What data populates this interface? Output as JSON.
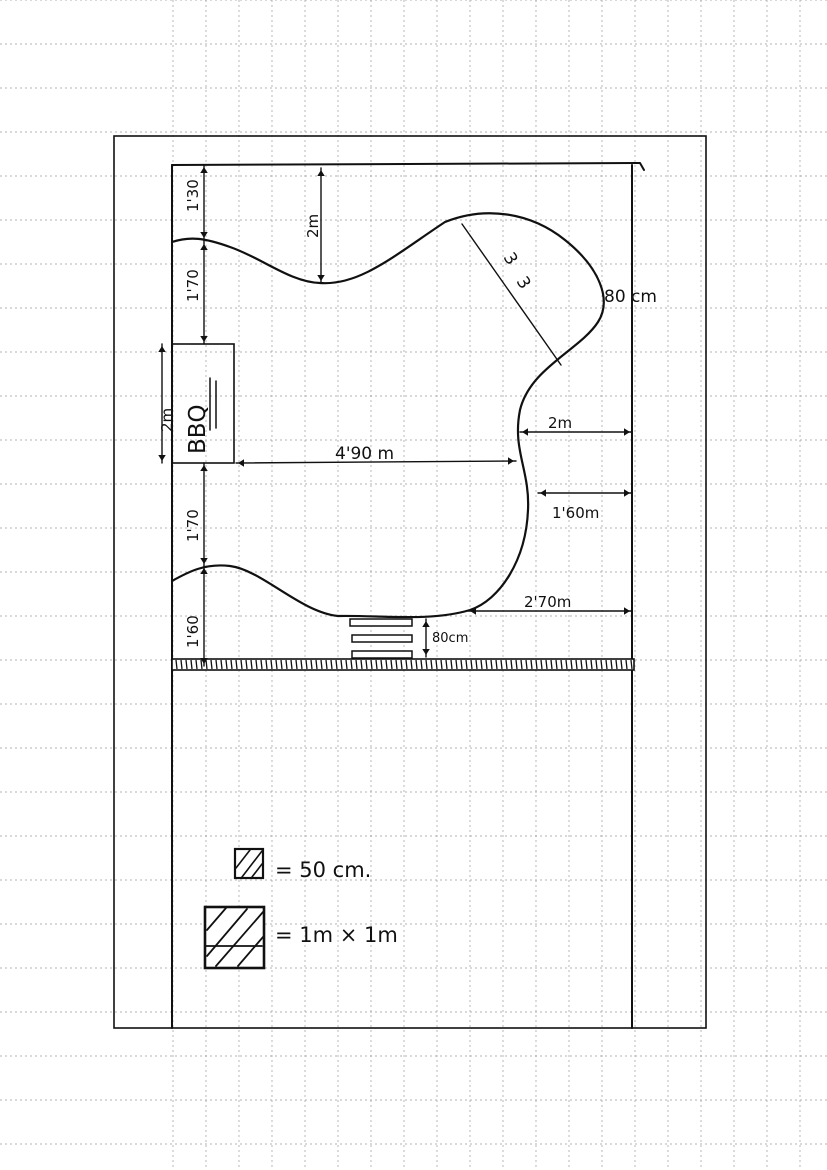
{
  "diagram": {
    "bbq_label": "BBQ",
    "measurements": {
      "top_strip": "1'30",
      "left_upper_gap": "1'70",
      "bbq_height": "2m",
      "top_curve_depth": "2m",
      "diagonal_lower": "3",
      "diagonal_upper": "3",
      "right_top_gap": "80 cm",
      "right_middle_gap": "2m",
      "width_center": "4'90 m",
      "right_lower_gap": "1'60m",
      "left_lower_gap": "1'70",
      "left_bottom_strip": "1'60",
      "bottom_right_gap": "2'70m",
      "steps_gap": "80cm"
    }
  },
  "legend": {
    "small_square_label": "= 50 cm.",
    "large_square_label": "= 1m × 1m"
  }
}
